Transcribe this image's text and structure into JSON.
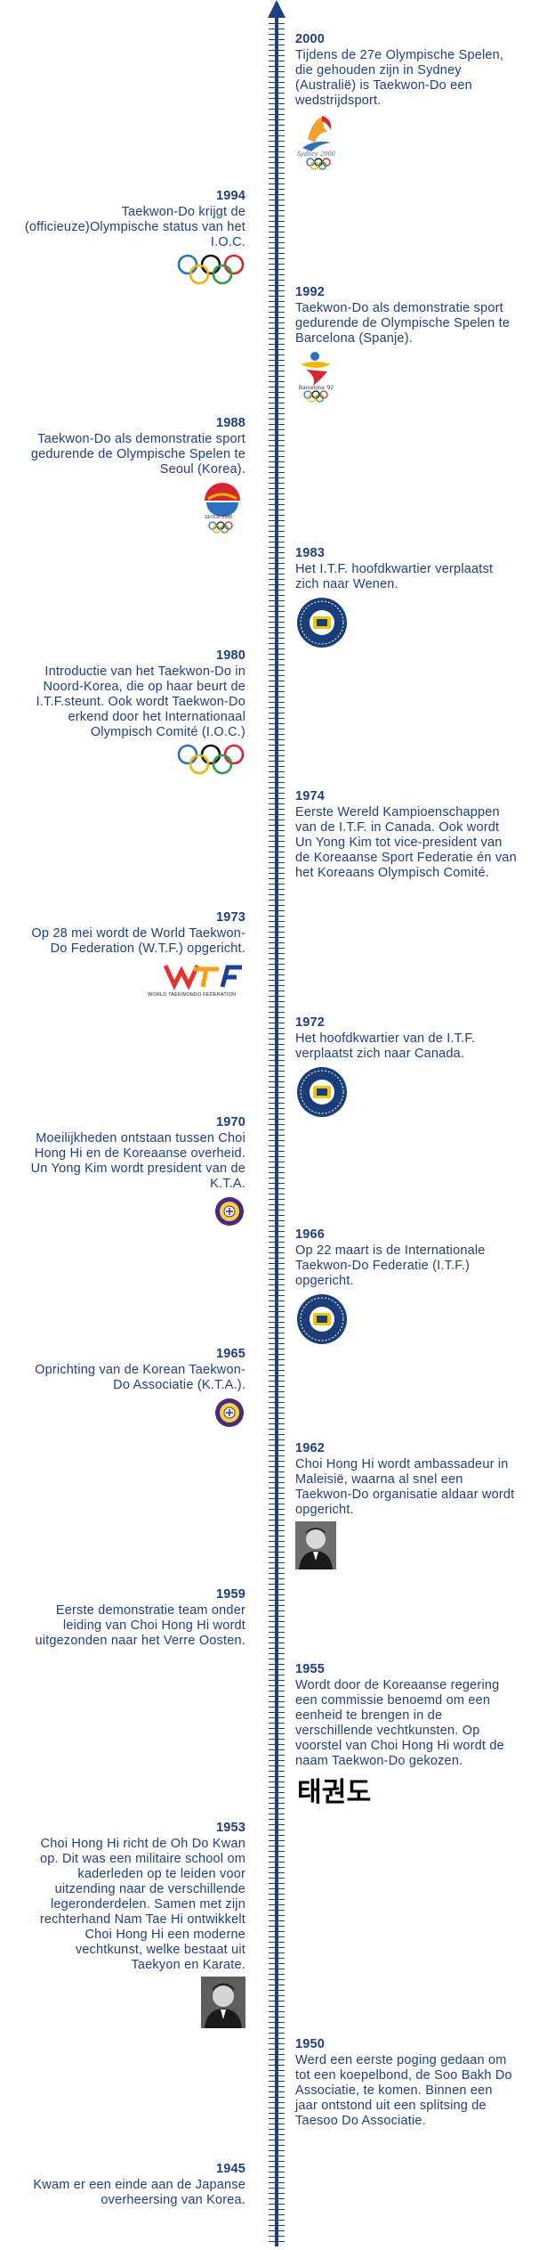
{
  "timeline": [
    {
      "year": "2000",
      "text": "Tijdens de 27e Olympische Spelen, die gehouden zijn in Sydney (Australië) is Taekwon-Do een wedstrijdsport.",
      "logo_text": "Sydney 2000"
    },
    {
      "year": "1994",
      "text": "Taekwon-Do krijgt de (officieuze)Olympische status van het I.O.C."
    },
    {
      "year": "1992",
      "text": "Taekwon-Do als demonstratie sport gedurende de Olympische Spelen te Barcelona (Spanje).",
      "logo_text": "Barcelona '92"
    },
    {
      "year": "1988",
      "text": "Taekwon-Do als demonstratie sport gedurende de Olympische Spelen te Seoul (Korea).",
      "logo_text": "SEOUL 1988"
    },
    {
      "year": "1983",
      "text": "Het I.T.F. hoofdkwartier verplaatst zich naar Wenen."
    },
    {
      "year": "1980",
      "text": "Introductie van het Taekwon-Do in Noord-Korea, die op haar beurt de I.T.F.steunt. Ook wordt Taekwon-Do erkend door het Internationaal Olympisch Comité (I.O.C.)"
    },
    {
      "year": "1974",
      "text": "Eerste Wereld Kampioenschappen van de I.T.F. in Canada. Ook wordt Un Yong Kim tot vice-president van de Koreaanse Sport Federatie én van het Koreaans Olympisch Comité."
    },
    {
      "year": "1973",
      "text": "Op 28 mei wordt de World Taekwon-Do Federation (W.T.F.) opgericht.",
      "logo_text": "WORLD TAEKWONDO FEDERATION"
    },
    {
      "year": "1972",
      "text": "Het hoofdkwartier van de I.T.F. verplaatst zich naar Canada."
    },
    {
      "year": "1970",
      "text": "Moeilijkheden ontstaan tussen Choi Hong Hi en de Koreaanse overheid. Un Yong Kim wordt president van de K.T.A."
    },
    {
      "year": "1966",
      "text": "Op 22 maart is de Internationale Taekwon-Do Federatie (I.T.F.) opgericht."
    },
    {
      "year": "1965",
      "text": "Oprichting van de Korean Taekwon-Do Associatie (K.T.A.)."
    },
    {
      "year": "1962",
      "text": "Choi Hong Hi wordt ambassadeur in Maleisië, waarna al snel een Taekwon-Do organisatie aldaar wordt opgericht."
    },
    {
      "year": "1959",
      "text": "Eerste demonstratie team onder leiding van Choi Hong Hi wordt uitgezonden naar het Verre Oosten."
    },
    {
      "year": "1955",
      "text": "Wordt door de Koreaanse regering een commissie benoemd om een eenheid te brengen in de verschillende vechtkunsten. Op voorstel van Choi Hong Hi wordt de naam Taekwon-Do gekozen.",
      "logo_text": "태권도"
    },
    {
      "year": "1953",
      "text": "Choi Hong Hi richt de Oh Do Kwan op. Dit was een militaire school om kaderleden op te leiden voor uitzending naar de verschillende legeronderdelen. Samen met zijn rechterhand Nam Tae Hi ontwikkelt Choi Hong Hi een moderne vechtkunst, welke bestaat uit Taekyon en Karate."
    },
    {
      "year": "1950",
      "text": "Werd een eerste poging gedaan om tot een koepelbond, de Soo Bakh Do Associatie, te komen. Binnen een jaar ontstond uit een splitsing de Taesoo Do Associatie."
    },
    {
      "year": "1945",
      "text": "Kwam er een einde aan de Japanse overheersing van Korea."
    }
  ],
  "colors": {
    "text": "#1f3f7a",
    "axis": "#1d3f7d",
    "ring_blue": "#2f6fc0",
    "ring_yellow": "#f3b600",
    "ring_black": "#111111",
    "ring_green": "#2d9e48",
    "ring_red": "#d7262d"
  }
}
